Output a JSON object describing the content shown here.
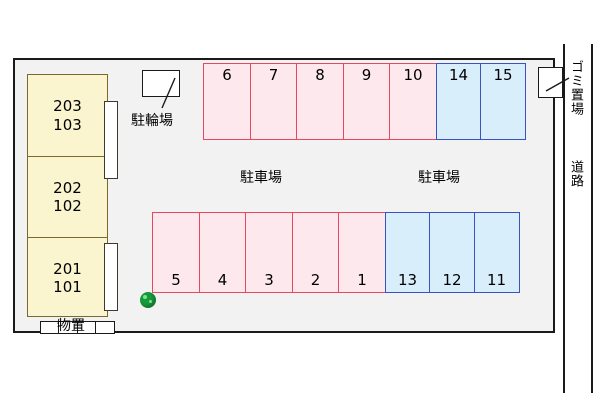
{
  "site": {
    "road_label": "道路",
    "garbage_label": "ゴミ置場",
    "bicycle_label": "駐輪場",
    "storage_label": "物置",
    "parking_label_left": "駐車場",
    "parking_label_right": "駐車場"
  },
  "building": {
    "units": [
      {
        "upper": "203",
        "lower": "103"
      },
      {
        "upper": "202",
        "lower": "102"
      },
      {
        "upper": "201",
        "lower": "101"
      }
    ]
  },
  "parking": {
    "top_row": [
      {
        "number": "6",
        "color": "pink",
        "width": 48
      },
      {
        "number": "7",
        "color": "pink",
        "width": 48
      },
      {
        "number": "8",
        "color": "pink",
        "width": 48
      },
      {
        "number": "9",
        "color": "pink",
        "width": 48
      },
      {
        "number": "10",
        "color": "pink",
        "width": 48
      },
      {
        "number": "14",
        "color": "blue",
        "width": 46
      },
      {
        "number": "15",
        "color": "blue",
        "width": 46
      }
    ],
    "bottom_row": [
      {
        "number": "5",
        "color": "pink",
        "width": 48
      },
      {
        "number": "4",
        "color": "pink",
        "width": 48
      },
      {
        "number": "3",
        "color": "pink",
        "width": 48
      },
      {
        "number": "2",
        "color": "pink",
        "width": 48
      },
      {
        "number": "1",
        "color": "pink",
        "width": 48
      },
      {
        "number": "13",
        "color": "blue",
        "width": 46
      },
      {
        "number": "12",
        "color": "blue",
        "width": 46
      },
      {
        "number": "11",
        "color": "blue",
        "width": 46
      }
    ]
  },
  "storage_cells": 4,
  "colors": {
    "pink_fill": "#fde8ee",
    "pink_stroke": "#e8485f",
    "blue_fill": "#d9eefb",
    "blue_stroke": "#3a53c4",
    "building_fill": "#faf4cf",
    "building_stroke": "#7a6a2a",
    "site_fill": "#f2f2f2",
    "frame_stroke": "#1a1a1a",
    "tree_green": "#169b3a"
  }
}
